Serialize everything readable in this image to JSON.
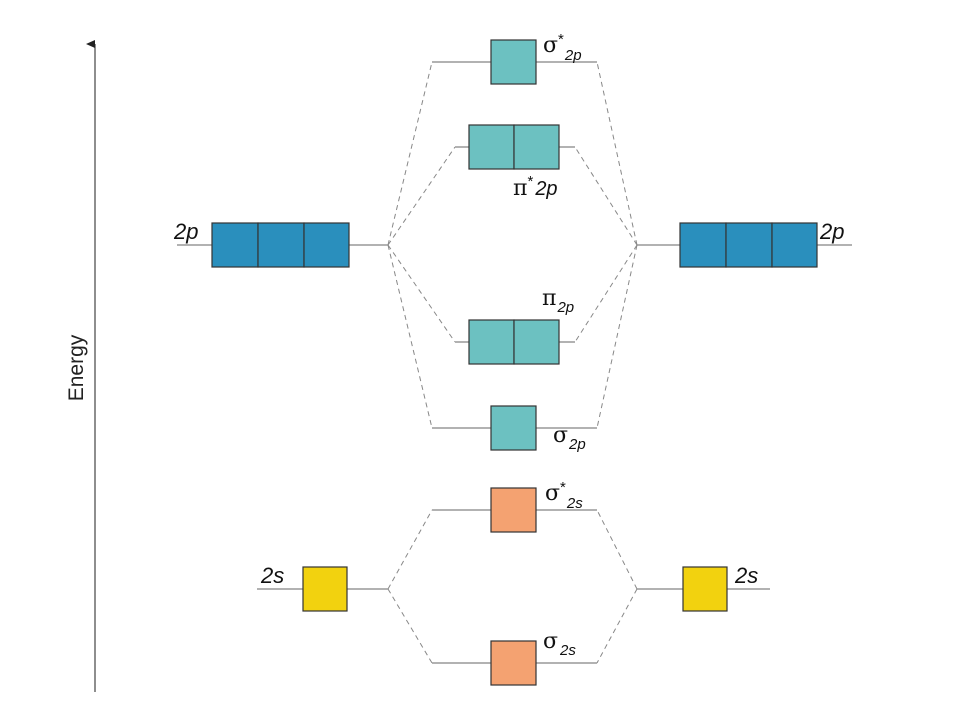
{
  "axis": {
    "label": "Energy"
  },
  "atomic_orbitals": {
    "left_2p": {
      "label": "2p",
      "boxes": 3,
      "color": "#2a8fbd"
    },
    "right_2p": {
      "label": "2p",
      "boxes": 3,
      "color": "#2a8fbd"
    },
    "left_2s": {
      "label": "2s",
      "boxes": 1,
      "color": "#f2d20f"
    },
    "right_2s": {
      "label": "2s",
      "boxes": 1,
      "color": "#f2d20f"
    }
  },
  "molecular_orbitals": {
    "sigma_star_2p": {
      "symbol": "σ",
      "star": "*",
      "sub": "2p",
      "boxes": 1,
      "color": "#6cc1c1"
    },
    "pi_star_2p": {
      "symbol": "π",
      "star": "*",
      "tail": "2p",
      "boxes": 2,
      "color": "#6cc1c1"
    },
    "pi_2p": {
      "symbol": "π",
      "sub": "2p",
      "boxes": 2,
      "color": "#6cc1c1"
    },
    "sigma_2p": {
      "symbol": "σ",
      "sub": "2p",
      "boxes": 1,
      "color": "#6cc1c1"
    },
    "sigma_star_2s": {
      "symbol": "σ",
      "star": "*",
      "sub": "2s",
      "boxes": 1,
      "color": "#f4a271"
    },
    "sigma_2s": {
      "symbol": "σ",
      "sub": "2s",
      "boxes": 1,
      "color": "#f4a271"
    }
  }
}
